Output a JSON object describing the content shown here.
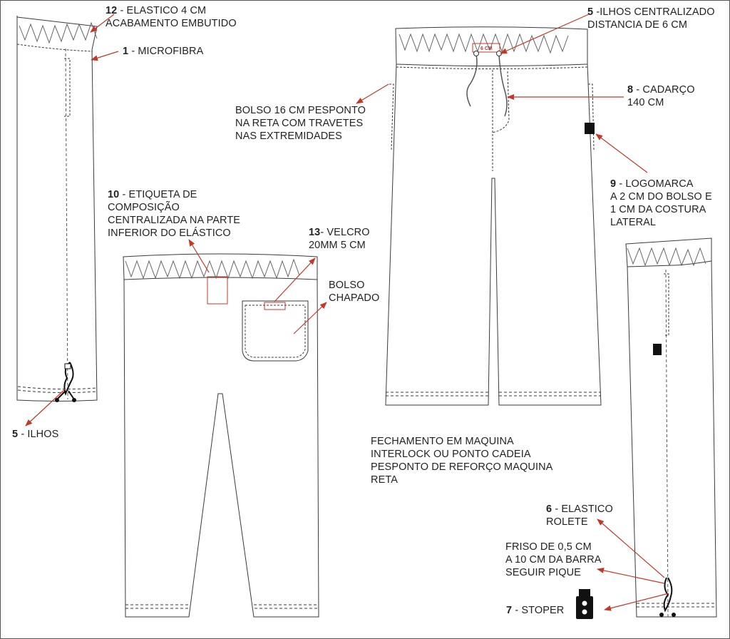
{
  "colors": {
    "outline": "#3a3a3a",
    "stitch": "#555555",
    "callout_arrow": "#c0392b",
    "detail_box": "#c0392b",
    "logo_patch": "#111111",
    "text": "#222222"
  },
  "annotations": {
    "elastico_4cm": {
      "num": "12",
      "lines": [
        "- ELASTICO 4 CM",
        "ACABAMENTO EMBUTIDO"
      ]
    },
    "microfibra": {
      "num": "1",
      "lines": [
        "- MICROFIBRA"
      ]
    },
    "ilhos_centralizado": {
      "num": "5",
      "lines": [
        "-ILHOS CENTRALIZADO",
        "DISTANCIA DE 6 CM"
      ]
    },
    "cadarco": {
      "num": "8",
      "lines": [
        "- CADARÇO",
        "140 CM"
      ]
    },
    "bolso_16cm": {
      "num": "",
      "lines": [
        "BOLSO 16 CM PESPONTO",
        "NA RETA COM TRAVETES",
        "NAS EXTREMIDADES"
      ]
    },
    "logomarca": {
      "num": "9",
      "lines": [
        "- LOGOMARCA",
        "A 2 CM DO BOLSO E",
        "1 CM DA COSTURA",
        "LATERAL"
      ]
    },
    "etiqueta": {
      "num": "10",
      "lines": [
        "- ETIQUETA DE",
        "COMPOSIÇÃO",
        "CENTRALIZADA NA PARTE",
        "INFERIOR DO ELÁSTICO"
      ]
    },
    "velcro": {
      "num": "13",
      "lines": [
        "- VELCRO",
        "20MM 5 CM"
      ]
    },
    "bolso_chapado": {
      "num": "",
      "lines": [
        "BOLSO",
        "CHAPADO"
      ]
    },
    "ilhos": {
      "num": "5",
      "lines": [
        "- ILHOS"
      ]
    },
    "fechamento": {
      "num": "",
      "lines": [
        "FECHAMENTO EM MAQUINA",
        "INTERLOCK OU PONTO CADEIA",
        "PESPONTO DE REFORÇO MAQUINA",
        "RETA"
      ]
    },
    "elastico_rolete": {
      "num": "6",
      "lines": [
        "- ELASTICO",
        "ROLETE"
      ]
    },
    "friso": {
      "num": "",
      "lines": [
        "FRISO DE 0,5 CM",
        "A 10 CM DA BARRA",
        "SEGUIR PIQUE"
      ]
    },
    "stoper": {
      "num": "7",
      "lines": [
        "- STOPER"
      ]
    }
  },
  "dimension_mark": "6 CM"
}
